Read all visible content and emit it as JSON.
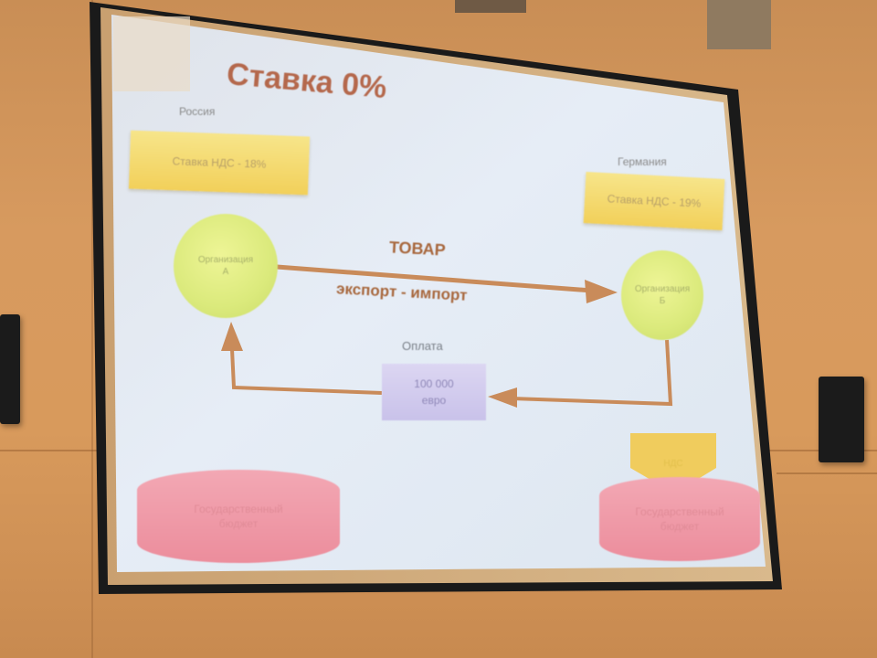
{
  "slide": {
    "title": "Ставка 0%",
    "country_left": "Россия",
    "country_right": "Германия",
    "vat_left": "Ставка НДС - 18%",
    "vat_right": "Ставка НДС - 19%",
    "org_left_line1": "Организация",
    "org_left_line2": "А",
    "org_right_line1": "Организация",
    "org_right_line2": "Б",
    "goods_label": "ТОВАР",
    "export_import_label": "экспорт - импорт",
    "payment_label": "Оплата",
    "payment_amount": "100 000",
    "payment_currency": "евро",
    "db_left_line1": "Государственный",
    "db_left_line2": "бюджет",
    "db_right_line1": "Государственный",
    "db_right_line2": "бюджет",
    "shield_text": "НДС"
  },
  "colors": {
    "wall": "#d79a5f",
    "screen_frame": "#1a1a1a",
    "slide_bg": "#e3eaf3",
    "title": "#b05a3a",
    "arrow": "#c98b5a",
    "org_circle": "#dbea7c",
    "vat_box": "#f2d05a",
    "db_cylinder": "#ec8d9c",
    "payment_doc": "#c9c2ea"
  }
}
